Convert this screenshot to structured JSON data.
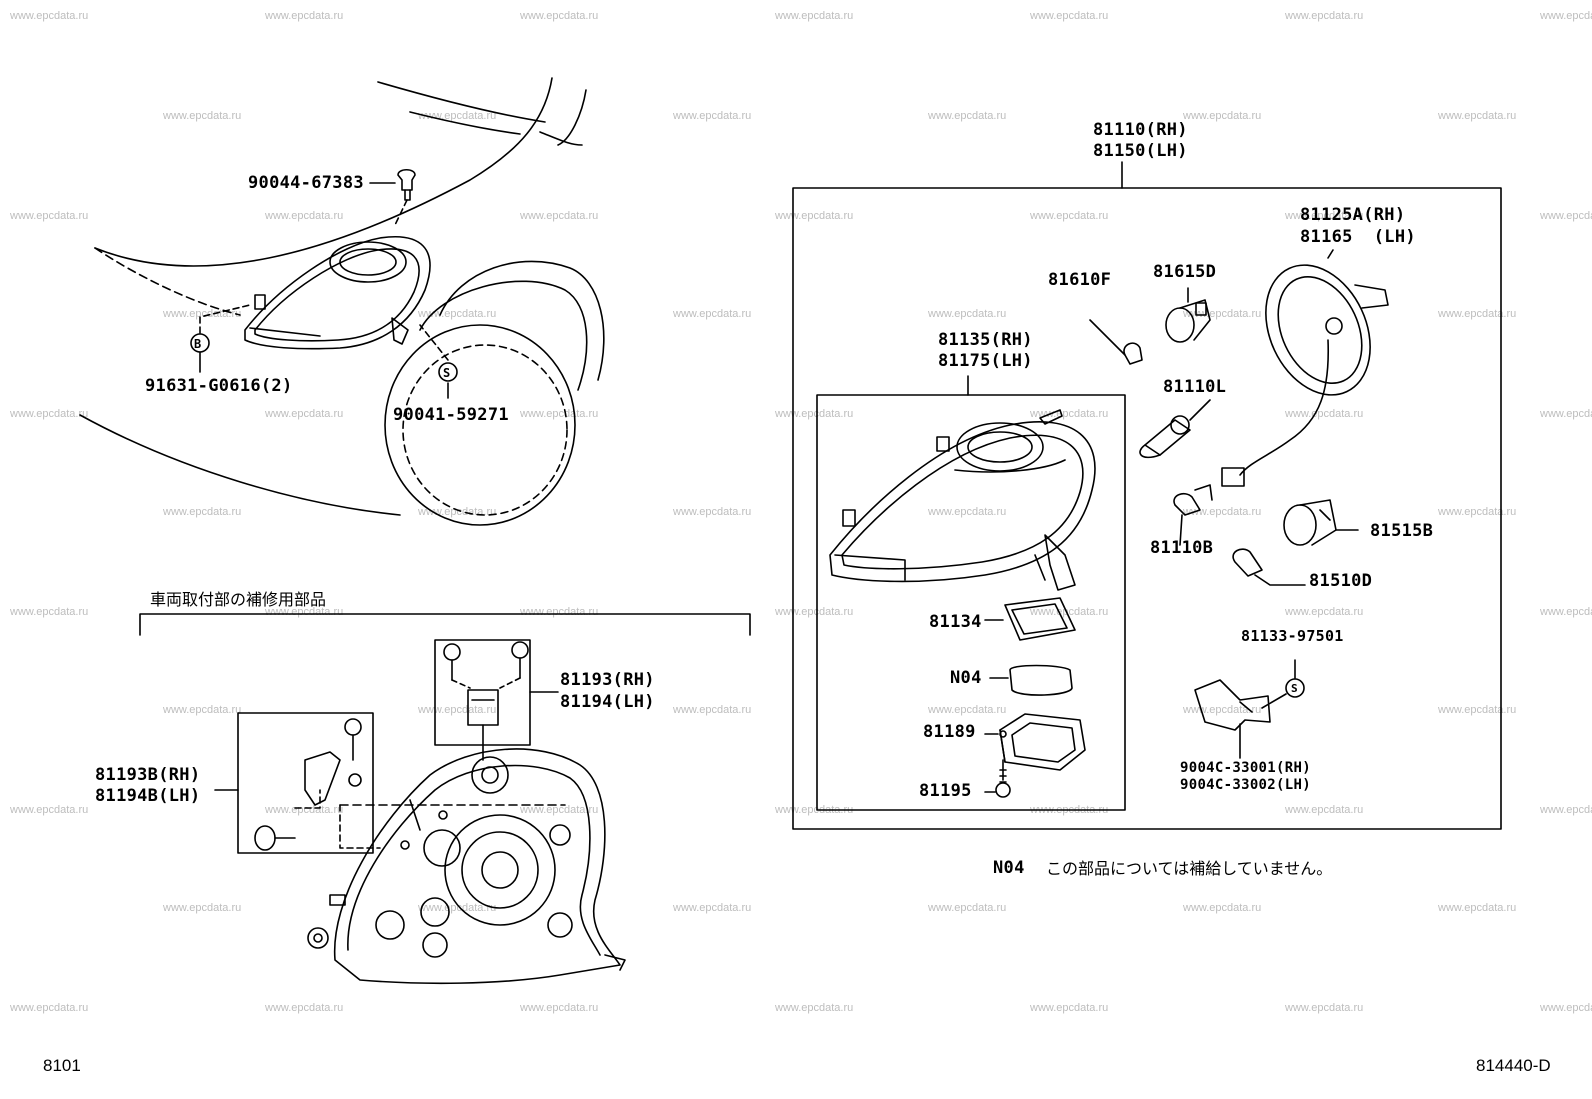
{
  "watermark": "www.epcdata.ru",
  "labels": {
    "p90044": "90044-67383",
    "p91631": "91631-G0616(2)",
    "p90041": "90041-59271",
    "assy_rh": "81110(RH)",
    "assy_lh": "81150(LH)",
    "unit_rh": "81135(RH)",
    "unit_lh": "81175(LH)",
    "p81615d": "81615D",
    "p81610f": "81610F",
    "p81125a_rh": "81125A(RH)",
    "p81165_lh": "81165  (LH)",
    "p81110l": "81110L",
    "p81110b": "81110B",
    "p81515b": "81515B",
    "p81510d": "81510D",
    "p81134": "81134",
    "n04": "N04",
    "p81189": "81189",
    "p81195": "81195",
    "p81133": "81133-97501",
    "p9004c_rh": "9004C-33001(RH)",
    "p9004c_lh": "9004C-33002(LH)",
    "p81193_rh": "81193(RH)",
    "p81194_lh": "81194(LH)",
    "p81193b_rh": "81193B(RH)",
    "p81194b_lh": "81194B(LH)",
    "bracket_repair_title": "車両取付部の補修用部品",
    "note_code": "N04",
    "note_text": "この部品については補給していません。",
    "page_left": "8101",
    "page_right": "814440-D"
  },
  "symbols": {
    "b": "B",
    "s": "S"
  }
}
